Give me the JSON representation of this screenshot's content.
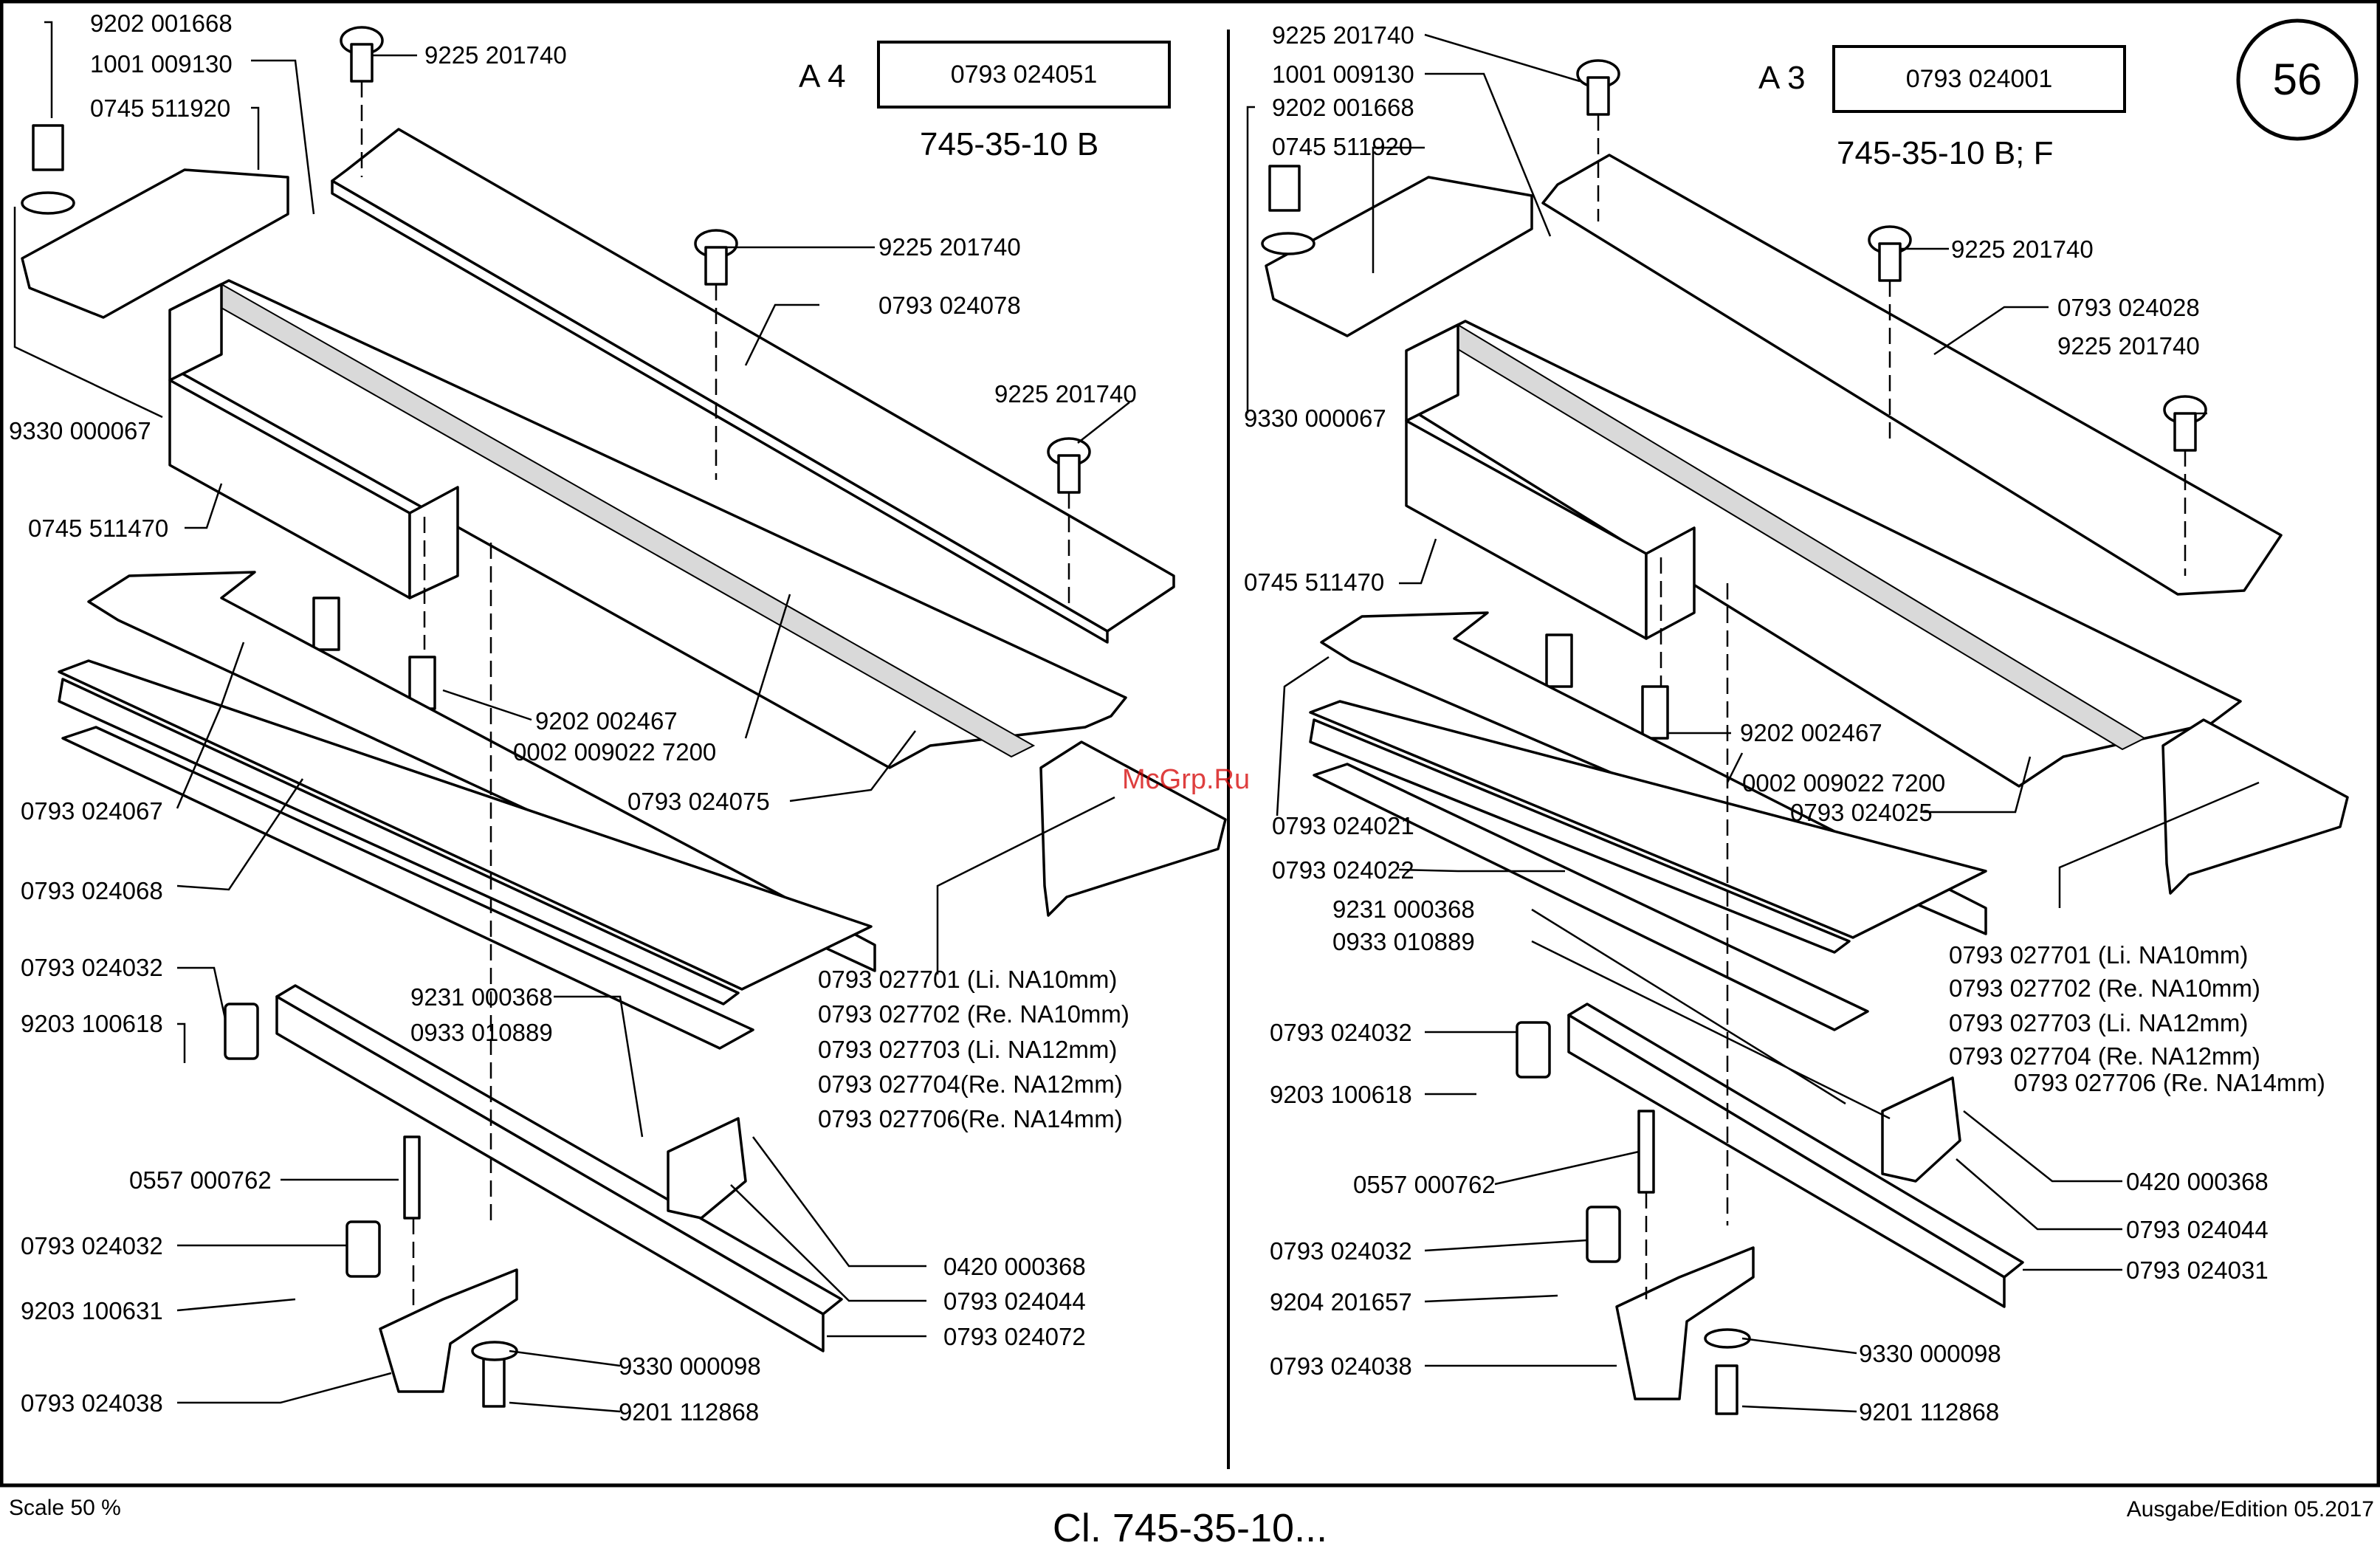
{
  "page_number": "56",
  "footer": {
    "scale": "Scale 50 %",
    "title": "Cl. 745-35-10...",
    "edition": "Ausgabe/Edition 05.2017"
  },
  "watermark": "McGrp.Ru",
  "left": {
    "assembly": "A 4",
    "assembly_number": "0793 024051",
    "model": "745-35-10 B",
    "labels": [
      "9202 001668",
      "1001 009130",
      "0745 511920",
      "9225 201740",
      "9225 201740",
      "0793 024078",
      "9225 201740",
      "9330 000067",
      "0745 511470",
      "9202 002467",
      "0002 009022 7200",
      "0793 024075",
      "0793 024067",
      "0793 024068",
      "0793 027701 (Li. NA10mm)",
      "0793 027702 (Re. NA10mm)",
      "0793 027703 (Li. NA12mm)",
      "0793 027704(Re. NA12mm)",
      "0793 027706(Re. NA14mm)",
      "0793 024032",
      "9203 100618",
      "9231 000368",
      "0933 010889",
      "0557 000762",
      "0793 024032",
      "9203 100631",
      "0420 000368",
      "0793 024044",
      "0793 024072",
      "9330 000098",
      "0793 024038",
      "9201 112868"
    ]
  },
  "right": {
    "assembly": "A 3",
    "assembly_number": "0793 024001",
    "model": "745-35-10 B; F",
    "labels": [
      "9225 201740",
      "1001 009130",
      "9202 001668",
      "0745 511920",
      "9225 201740",
      "0793 024028",
      "9225 201740",
      "9330 000067",
      "0745 511470",
      "9202 002467",
      "0002 009022 7200",
      "0793 024025",
      "0793 024021",
      "0793 024022",
      "9231 000368",
      "0933 010889",
      "0793 027701 (Li. NA10mm)",
      "0793 027702 (Re. NA10mm)",
      "0793 027703 (Li. NA12mm)",
      "0793 027704  (Re. NA12mm)",
      "0793 027706 (Re. NA14mm)",
      "0793 024032",
      "9203 100618",
      "0557 000762",
      "0420 000368",
      "0793 024044",
      "0793 024031",
      "0793 024032",
      "9204 201657",
      "0793 024038",
      "9330 000098",
      "9201 112868"
    ]
  }
}
